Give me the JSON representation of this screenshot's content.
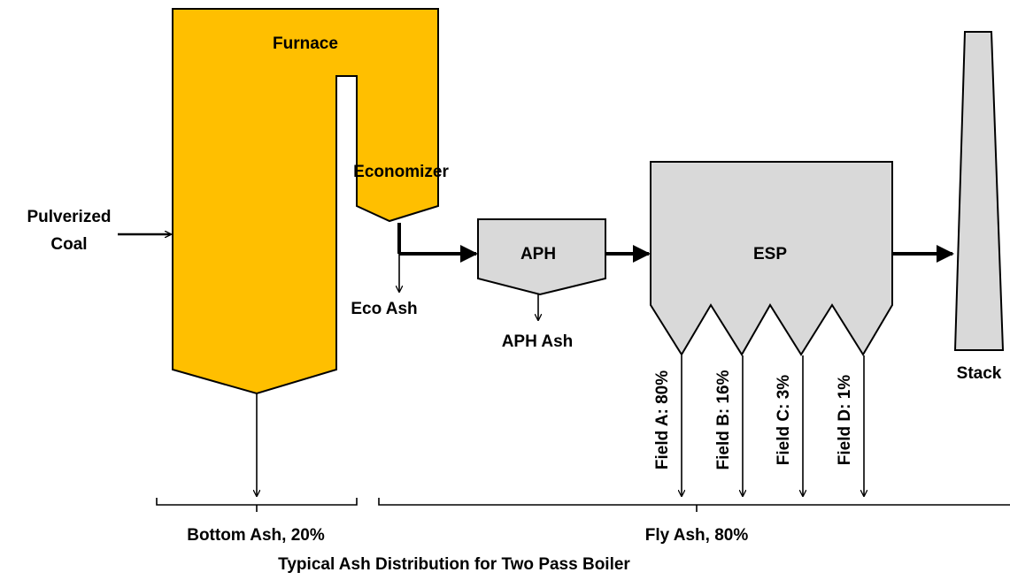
{
  "colors": {
    "boiler_fill": "#FFBF00",
    "equipment_fill": "#D9D9D9",
    "stroke": "#000000"
  },
  "labels": {
    "furnace": "Furnace",
    "economizer": "Economizer",
    "pulverized": "Pulverized",
    "coal": "Coal",
    "eco_ash": "Eco Ash",
    "aph": "APH",
    "aph_ash": "APH Ash",
    "esp": "ESP",
    "stack": "Stack",
    "field_a": "Field A: 80%",
    "field_b": "Field B: 16%",
    "field_c": "Field C: 3%",
    "field_d": "Field D: 1%",
    "bottom_ash": "Bottom Ash, 20%",
    "fly_ash": "Fly Ash, 80%",
    "caption": "Typical Ash Distribution for Two Pass Boiler"
  }
}
